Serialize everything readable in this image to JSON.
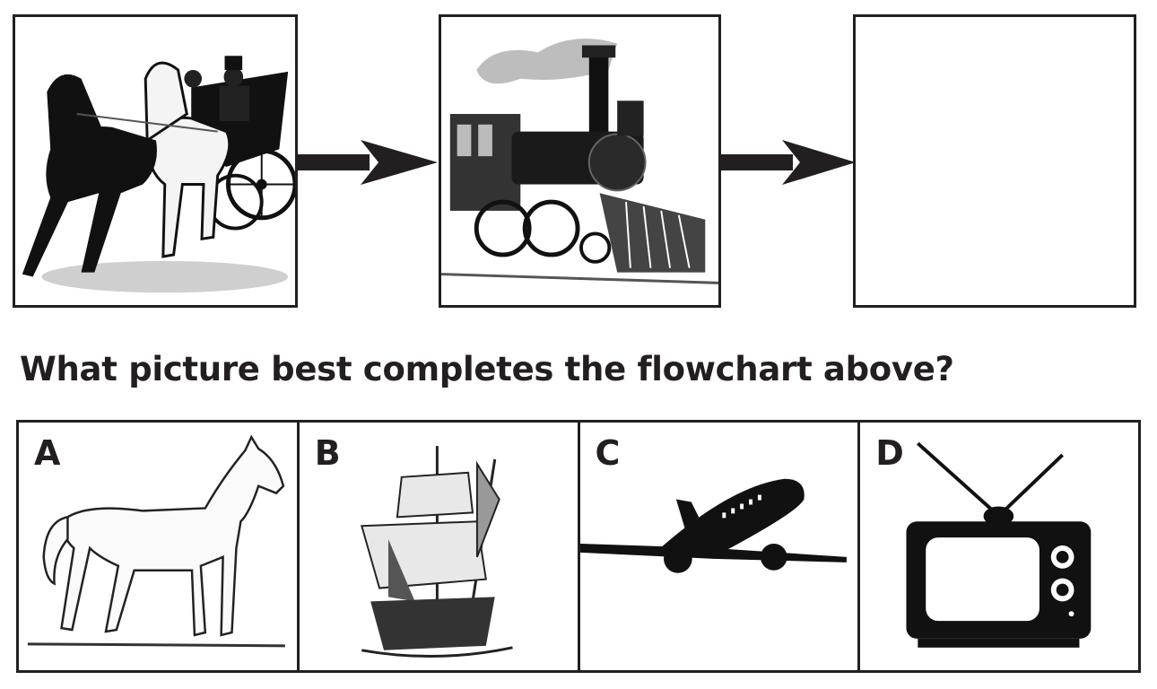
{
  "flowchart": {
    "step1": "horse-drawn-carriage",
    "step2": "steam-locomotive",
    "step3": "empty"
  },
  "question": "What picture best completes the flowchart above?",
  "options": [
    {
      "letter": "A",
      "picture": "horse"
    },
    {
      "letter": "B",
      "picture": "sailing-ship"
    },
    {
      "letter": "C",
      "picture": "airplane"
    },
    {
      "letter": "D",
      "picture": "television"
    }
  ],
  "colors": {
    "ink": "#231f20",
    "background": "#ffffff"
  }
}
